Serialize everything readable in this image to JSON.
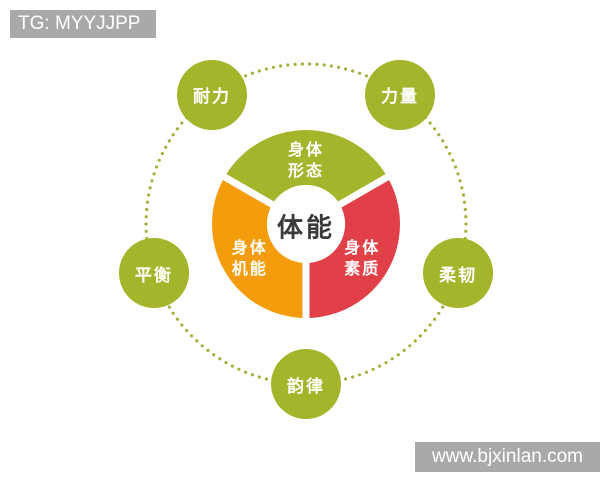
{
  "watermarks": {
    "top_left": "TG: MYYJJPP",
    "bottom_right": "www.bjxinlan.com"
  },
  "diagram": {
    "center_label": "体能",
    "segments": [
      {
        "name": "body-shape",
        "label": "身体形态",
        "lines": [
          "身体",
          "形态"
        ],
        "color": "#a4b52b",
        "start": 30,
        "end": 150,
        "mid": 90
      },
      {
        "name": "body-function",
        "label": "身体机能",
        "lines": [
          "身体",
          "机能"
        ],
        "color": "#f59c0c",
        "start": 150,
        "end": 270,
        "mid": 210
      },
      {
        "name": "body-quality",
        "label": "身体素质",
        "lines": [
          "身体",
          "素质"
        ],
        "color": "#e24048",
        "start": 270,
        "end": 390,
        "mid": 330
      }
    ],
    "satellites": [
      {
        "name": "strength",
        "label": "力量",
        "angle": 54
      },
      {
        "name": "endurance",
        "label": "耐力",
        "angle": 126
      },
      {
        "name": "balance",
        "label": "平衡",
        "angle": 198
      },
      {
        "name": "rhythm",
        "label": "韵律",
        "angle": 270
      },
      {
        "name": "flexibility",
        "label": "柔韧",
        "angle": 342
      }
    ],
    "colors": {
      "satellite_fill": "#a4b52b",
      "dotted_ring": "#a3b13c",
      "separator": "#ffffff",
      "inner_circle": "#ffffff",
      "center_text": "#3a3a3a",
      "segment_text": "#ffffff",
      "badge_background": "#a9a9a9",
      "badge_text": "#ffffff"
    }
  }
}
